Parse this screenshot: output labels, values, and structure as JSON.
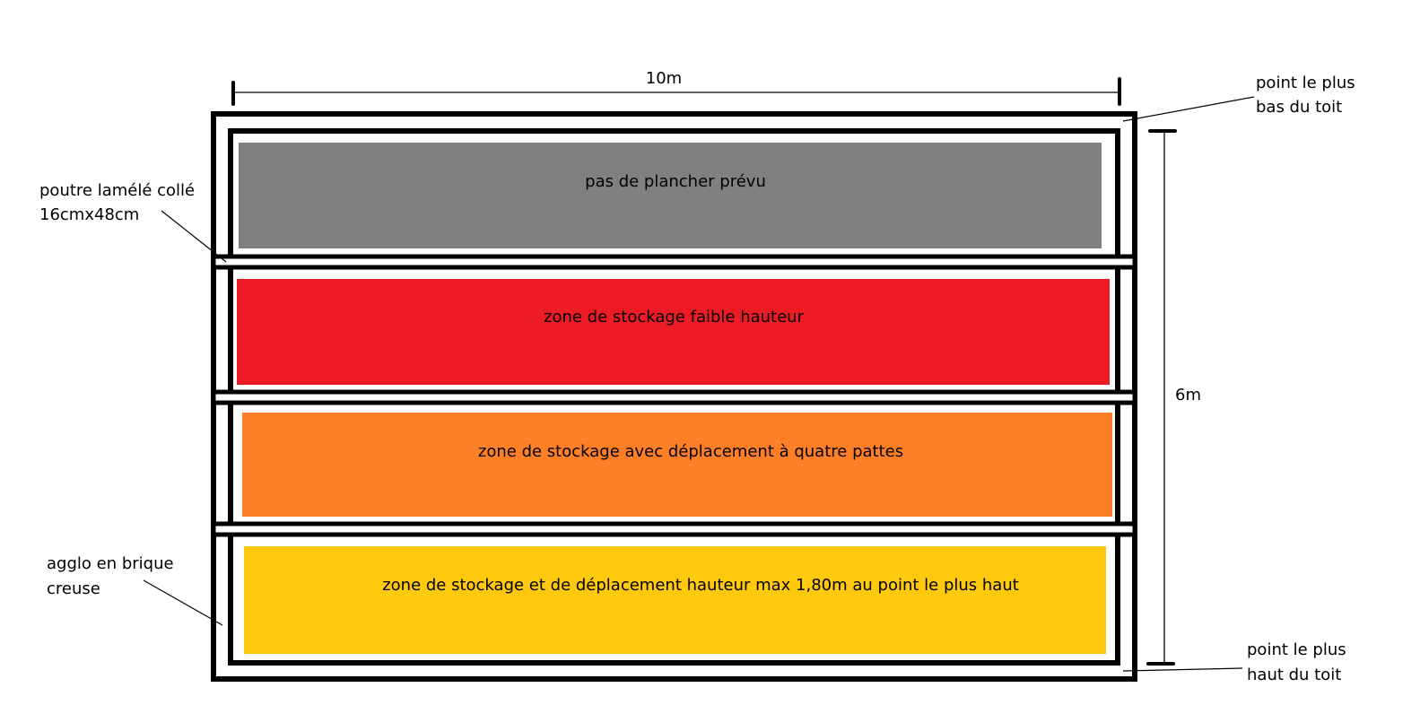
{
  "dimensions": {
    "width": "10m",
    "height": "6m"
  },
  "zones": [
    {
      "label": "pas de plancher prévu",
      "color": "#808080"
    },
    {
      "label": "zone de stockage faible hauteur",
      "color": "#ED1C24"
    },
    {
      "label": "zone de stockage avec déplacement à quatre pattes",
      "color": "#FF7F27"
    },
    {
      "label": "zone de stockage et de déplacement hauteur max 1,80m au point le plus haut",
      "color": "#FFC90E"
    }
  ],
  "annotations": {
    "roof_low": [
      "point le plus",
      "bas du toit"
    ],
    "roof_high": [
      "point le plus",
      "haut du toit"
    ],
    "beam": [
      "poutre lamélé collé",
      "16cmx48cm"
    ],
    "wall": [
      "agglo en brique",
      "creuse"
    ]
  }
}
